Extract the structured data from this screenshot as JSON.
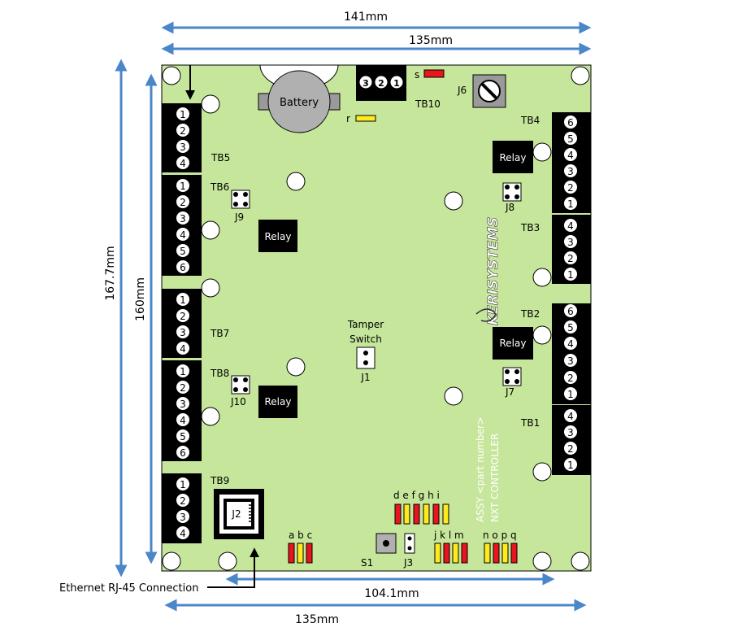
{
  "dimensions": {
    "top_outer": "141mm",
    "top_inner": "135mm",
    "left_outer": "167.7mm",
    "left_inner": "160mm",
    "bottom_inner": "104.1mm",
    "bottom_outer": "135mm"
  },
  "callouts": {
    "ethernet": "Ethernet RJ-45 Connection"
  },
  "battery": {
    "label": "Battery"
  },
  "relays": {
    "label": "Relay"
  },
  "tb10": {
    "label": "TB10",
    "pins": [
      "3",
      "2",
      "1"
    ]
  },
  "j6": {
    "label": "J6"
  },
  "led_labels": {
    "s": "s",
    "r": "r"
  },
  "blocks": {
    "tb5": {
      "label": "TB5",
      "pins": [
        "1",
        "2",
        "3",
        "4"
      ]
    },
    "tb6": {
      "label": "TB6",
      "pins": [
        "1",
        "2",
        "3",
        "4",
        "5",
        "6"
      ]
    },
    "tb7": {
      "label": "TB7",
      "pins": [
        "1",
        "2",
        "3",
        "4"
      ]
    },
    "tb8": {
      "label": "TB8",
      "pins": [
        "1",
        "2",
        "3",
        "4",
        "5",
        "6"
      ]
    },
    "tb9": {
      "label": "TB9",
      "pins": [
        "1",
        "2",
        "3",
        "4"
      ]
    },
    "tb4": {
      "label": "TB4",
      "pins": [
        "6",
        "5",
        "4",
        "3",
        "2",
        "1"
      ]
    },
    "tb3": {
      "label": "TB3",
      "pins": [
        "4",
        "3",
        "2",
        "1"
      ]
    },
    "tb2": {
      "label": "TB2",
      "pins": [
        "6",
        "5",
        "4",
        "3",
        "2",
        "1"
      ]
    },
    "tb1": {
      "label": "TB1",
      "pins": [
        "4",
        "3",
        "2",
        "1"
      ]
    }
  },
  "jumpers": {
    "j9": "J9",
    "j8": "J8",
    "j10": "J10",
    "j7": "J7",
    "j1": "J1",
    "j3": "J3",
    "j2": "J2"
  },
  "tamper": {
    "line1": "Tamper",
    "line2": "Switch"
  },
  "s1": "S1",
  "logo": "KERISYSTEMS",
  "assy": {
    "line1": "ASSY <part number>",
    "line2": "NXT CONTROLLER"
  },
  "led_groups": {
    "abc": "a b c",
    "defghi": "d e f g h i",
    "jklm": "j k l m",
    "nopq": "n o p q"
  },
  "colors": {
    "board": "#c6e69b",
    "outline": "#000000",
    "dimension": "#4a86c8",
    "led_red": "#e8141e",
    "led_yellow": "#ffea1f",
    "block": "#000000"
  }
}
